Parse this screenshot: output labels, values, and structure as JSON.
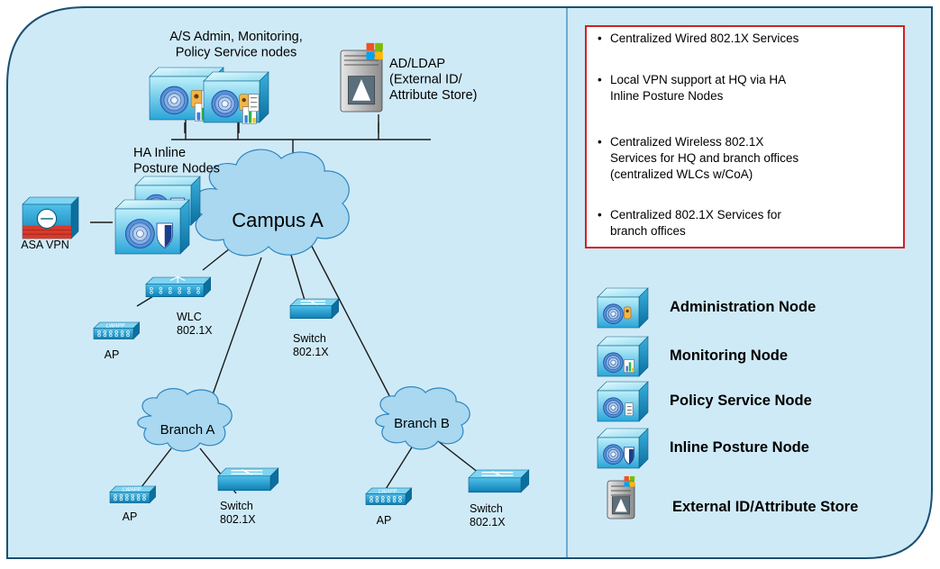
{
  "colors": {
    "background": "#cfeaf7",
    "border": "#1b4f72",
    "link": "#1a1a1a",
    "cloud": "#a9d8f0",
    "cloud_stroke": "#2f86c0",
    "node_light": "#9fe0f3",
    "node_dark": "#1d93c9",
    "summary_border": "#d32020"
  },
  "diagram": {
    "title_nodes": "A/S Admin, Monitoring,\nPolicy Service nodes",
    "ad_label": "AD/LDAP\n(External ID/\nAttribute Store)",
    "ha_label": "HA Inline\nPosture Nodes",
    "asa_label": "ASA VPN",
    "campus_label": "Campus A",
    "wlc_label": "WLC\n802.1X",
    "ap_label": "AP",
    "switch_label": "Switch\n802.1X",
    "branch_a_label": "Branch A",
    "branch_b_label": "Branch B",
    "lwapp_label": "LWAPP"
  },
  "summary": {
    "bullets": [
      "Centralized Wired 802.1X Services",
      "Local VPN support at HQ via HA\nInline Posture Nodes",
      "Centralized Wireless 802.1X\nServices for HQ and branch offices\n(centralized WLCs w/CoA)",
      "Centralized 802.1X Services for\nbranch offices"
    ]
  },
  "legend": {
    "items": [
      {
        "label": "Administration Node",
        "icon": "administration-node-icon"
      },
      {
        "label": "Monitoring Node",
        "icon": "monitoring-node-icon"
      },
      {
        "label": "Policy Service Node",
        "icon": "policy-service-node-icon"
      },
      {
        "label": "Inline Posture Node",
        "icon": "inline-posture-node-icon"
      },
      {
        "label": "External ID/Attribute Store",
        "icon": "external-id-store-icon"
      }
    ]
  }
}
